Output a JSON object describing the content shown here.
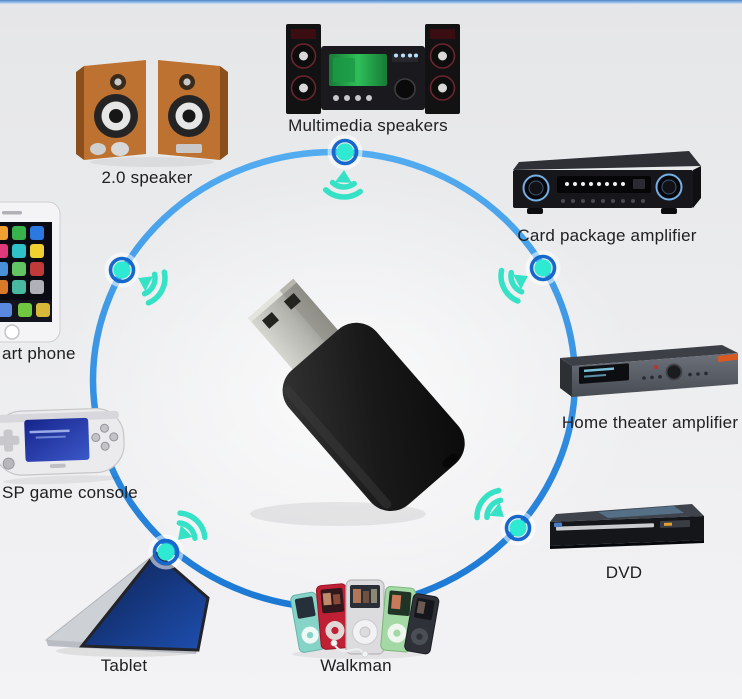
{
  "title": "USB Bluetooth adapter connectivity diagram",
  "colors": {
    "top_bar": "#4f86c8",
    "circle_stroke": "#2b85e0",
    "node_core": "#2eead2",
    "node_ring": "#1668cc",
    "wifi_signal": "#35e2c5",
    "label_text": "#202020",
    "background": "#eceded"
  },
  "center_device": {
    "name": "USB Bluetooth adapter"
  },
  "devices": [
    {
      "id": "speakers-2-0",
      "label": "2.0 speaker"
    },
    {
      "id": "multimedia-speakers",
      "label": "Multimedia speakers"
    },
    {
      "id": "card-package-amplifier",
      "label": "Card package amplifier"
    },
    {
      "id": "smart-phone",
      "label": "art phone"
    },
    {
      "id": "home-theater-amplifier",
      "label": "Home theater amplifier"
    },
    {
      "id": "psp-game-console",
      "label": "SP game console"
    },
    {
      "id": "dvd-player",
      "label": "DVD"
    },
    {
      "id": "tablet",
      "label": "Tablet"
    },
    {
      "id": "walkman",
      "label": "Walkman"
    }
  ]
}
